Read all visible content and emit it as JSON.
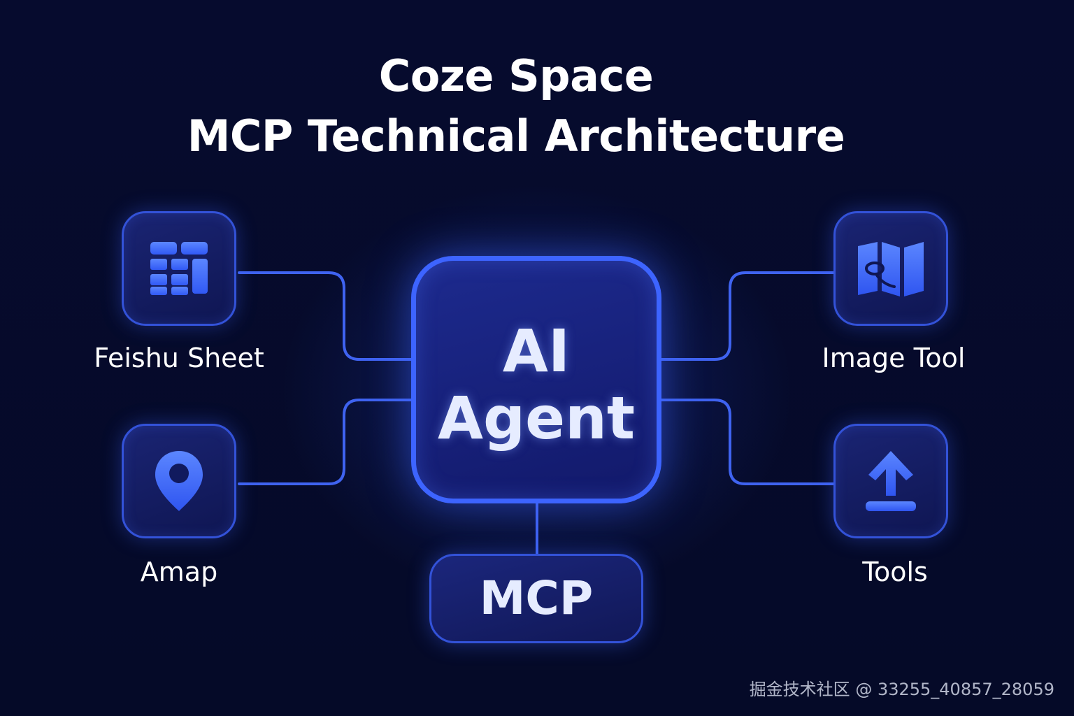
{
  "title": {
    "line1": "Coze Space",
    "line2": "MCP Technical Architecture"
  },
  "center": {
    "line1": "AI",
    "line2": "Agent"
  },
  "protocol": {
    "label": "MCP"
  },
  "tools": {
    "feishu": {
      "label": "Feishu Sheet",
      "icon": "spreadsheet-icon"
    },
    "amap": {
      "label": "Amap",
      "icon": "map-pin-icon"
    },
    "image": {
      "label": "Image Tool",
      "icon": "folded-map-icon"
    },
    "tools": {
      "label": "Tools",
      "icon": "upload-icon"
    }
  },
  "colors": {
    "background": "#050a2a",
    "accent": "#3d64ff",
    "box_border": "#3352d8",
    "icon": "#3f6dff"
  },
  "watermark": "掘金技术社区 @ 33255_40857_28059"
}
